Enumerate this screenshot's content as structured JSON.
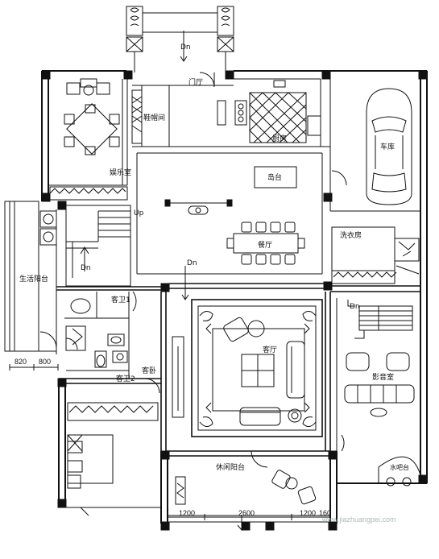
{
  "rooms": {
    "entry_dn": "Dn",
    "foyer": "门厅",
    "cloakroom": "鞋帽间",
    "kitchen": "厨房",
    "garage": "车库",
    "entertainment": "娱乐室",
    "island": "岛台",
    "dining": "餐厅",
    "laundry": "洗衣房",
    "service_balcony": "生活阳台",
    "up": "Up",
    "dn_stair": "Dn",
    "dn_hall": "Dn",
    "guest_bath": "客卫1",
    "guest_bath2": "客卫2",
    "guest_bedroom": "客卧",
    "living": "客厅",
    "theater_dn": "Dn",
    "theater": "影音室",
    "leisure_balcony": "休闲阳台",
    "water_bar": "水吧台"
  },
  "dimensions": {
    "d820": "820",
    "d800": "800",
    "d1200": "1200",
    "d2600": "2600",
    "d1200b": "1200",
    "d160": "160"
  },
  "watermark": "www.jiazhuangpei.com"
}
